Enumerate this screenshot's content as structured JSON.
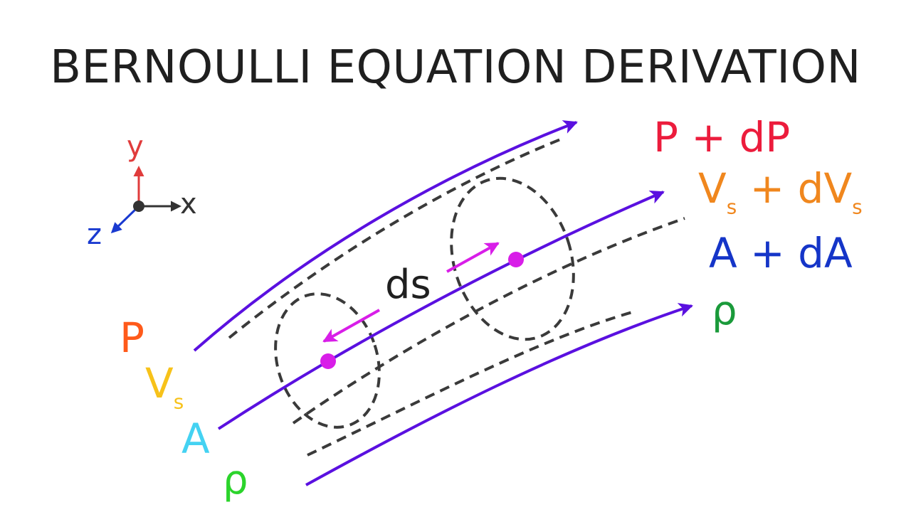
{
  "title": "BERNOULLI EQUATION DERIVATION",
  "axes": {
    "y_label": "y",
    "x_label": "x",
    "z_label": "z"
  },
  "inlet": {
    "pressure": "P",
    "velocity": "V",
    "velocity_sub": "s",
    "area": "A",
    "density": "ρ"
  },
  "outlet": {
    "pressure": "P + dP",
    "velocity_main": "V",
    "velocity_sub1": "s",
    "velocity_mid": " + dV",
    "velocity_sub2": "s",
    "area": "A + dA",
    "density": "ρ"
  },
  "element_length": "ds",
  "colors": {
    "streamline": "#5a10e0",
    "dashed": "#3a3a3a",
    "point": "#d81ee8",
    "y_axis": "#e03c3c",
    "z_axis": "#1a3ad0",
    "origin": "#333333",
    "in_pressure": "#ff5a1a",
    "in_velocity": "#f7c21a",
    "in_area": "#44d2f2",
    "in_density": "#2bd42b",
    "out_pressure": "#ec1c3c",
    "out_velocity": "#f0871e",
    "out_area": "#1535c8",
    "out_density": "#1a9a3a"
  }
}
